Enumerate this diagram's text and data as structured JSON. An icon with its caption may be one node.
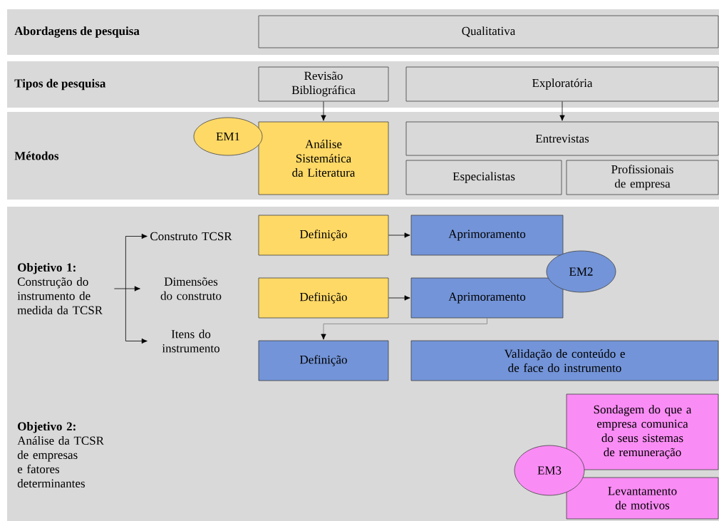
{
  "diagram": {
    "nodes": [
      {
        "text": [
          "Abordagens de pesquisa"
        ]
      },
      {
        "text": [
          "Qualitativa"
        ],
        "in": 0
      },
      {
        "text": [
          "Tipos de pesquisa"
        ]
      },
      {
        "text": [
          "Revisão Bibliográfica"
        ],
        "in": 2
      },
      {
        "text": [
          "Exploratória"
        ],
        "in": 2
      },
      {
        "text": [
          "Métodos"
        ]
      },
      {
        "text": [
          "EM1"
        ],
        "in": 5
      },
      {
        "text": [
          "Análise Sistemática da Literatura"
        ],
        "in": 5
      },
      {
        "text": [
          "Entrevistas"
        ],
        "in": 5
      },
      {
        "text": [
          "Especialistas"
        ],
        "in": 5
      },
      {
        "text": [
          "Profissionais de empresa"
        ],
        "in": 5
      },
      {
        "text": [],
        "shape": "box"
      },
      {
        "text": [
          "Objetivo 1:",
          "Construção do instrumento de medida da TCSR"
        ],
        "in": 11
      },
      {
        "text": [
          "Construto TCSR"
        ],
        "in": 11
      },
      {
        "text": [
          "Dimensões do construto"
        ],
        "in": 11
      },
      {
        "text": [
          "Itens do instrumento"
        ],
        "in": 11
      },
      {
        "text": [
          "Definição"
        ],
        "in": 11
      },
      {
        "text": [
          "Aprimoramento"
        ],
        "in": 11
      },
      {
        "text": [
          "EM2"
        ],
        "in": 11
      },
      {
        "text": [
          "Definição"
        ],
        "in": 11
      },
      {
        "text": [
          "Aprimoramento"
        ],
        "in": 11
      },
      {
        "text": [
          "Definição"
        ],
        "in": 11
      },
      {
        "text": [
          "Validação de conteúdo e de face do instrumento"
        ],
        "in": 11
      },
      {
        "text": [
          "Objetivo 2:",
          "Análise da TCSR de empresas e fatores determinantes"
        ],
        "in": 11
      },
      {
        "text": [
          "Sondagem do que a empresa comunica do seus sistemas de remuneração"
        ],
        "in": 11
      },
      {
        "text": [
          "EM3"
        ],
        "in": 11
      },
      {
        "text": [
          "Levantamento de motivos"
        ],
        "in": 11
      }
    ],
    "edges": [
      {
        "from": 3,
        "to": 7,
        "arrow": "to"
      },
      {
        "from": 4,
        "to": 8,
        "arrow": "to"
      },
      {
        "from": 12,
        "to": 13,
        "arrow": "to"
      },
      {
        "from": 12,
        "to": 14,
        "arrow": "to"
      },
      {
        "from": 12,
        "to": 15,
        "arrow": "to"
      },
      {
        "from": 16,
        "to": 17,
        "arrow": "to"
      },
      {
        "from": 19,
        "to": 20,
        "arrow": "to"
      },
      {
        "from": 20,
        "to": 21,
        "arrow": "to",
        "color": "#7f7f7f"
      }
    ]
  }
}
